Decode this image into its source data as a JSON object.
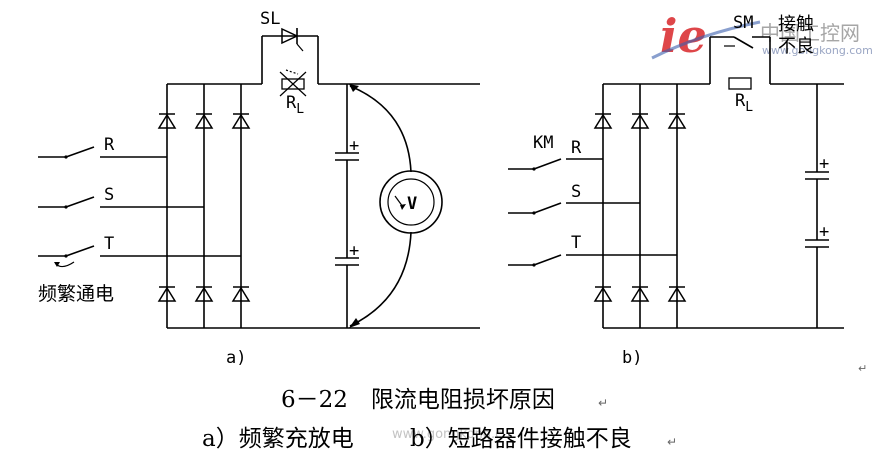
{
  "watermark": {
    "site_name": "中国工控网",
    "logo_letters": "ie",
    "url": "www.gongkong.com",
    "overlay_fragment": "www.gongkong.c"
  },
  "diagram_a": {
    "label_sl": "SL",
    "label_rl": "RL",
    "label_r": "R",
    "label_s": "S",
    "label_t": "T",
    "label_switch_note": "频繁通电",
    "label_meter": "V",
    "cap_plus": "+",
    "caption": "a)"
  },
  "diagram_b": {
    "label_sm": "SM",
    "label_contact_line1": "接触",
    "label_contact_line2": "不良",
    "label_rl": "RL",
    "label_km": "KM",
    "label_r": "R",
    "label_s": "S",
    "label_t": "T",
    "cap_plus": "+",
    "caption": "b)"
  },
  "figure_caption": {
    "line1": "6－22　限流电阻损坏原因",
    "line2_a": "a）频繁充放电",
    "line2_b": "b）短路器件接触不良"
  },
  "colors": {
    "ink": "#000000",
    "watermark_logo_red": "#d9262a",
    "watermark_logo_blue": "#3b5fae",
    "watermark_gray": "#a6a6a6"
  }
}
